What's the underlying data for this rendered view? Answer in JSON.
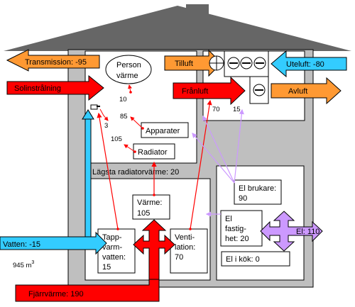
{
  "flows": {
    "transmission": "Transmission: -95",
    "solar": "Solinstrålning",
    "supply_air": "Tilluft",
    "outdoor_air": "Uteluft: -80",
    "exhaust_air": "Frånluft",
    "exhaust_out": "Avluft",
    "water": "Vatten: -15",
    "district_heating": "Fjärrvärme: 190",
    "electricity": "El: 110"
  },
  "boxes": {
    "person_line1": "Person",
    "person_line2": "värme",
    "appliances": "Apparater",
    "radiator": "Radiator",
    "min_radiator_heat": "Lägsta radiatorvärme: 20",
    "heat_line1": "Värme:",
    "heat_line2": "105",
    "dhw_line1": "Tapp-",
    "dhw_line2": "varm-",
    "dhw_line3": "vatten:",
    "dhw_line4": "15",
    "vent_line1": "Venti-",
    "vent_line2": "lation:",
    "vent_line3": "70",
    "el_user_line1": "El brukare:",
    "el_user_line2": "90",
    "el_prop_line1": "El",
    "el_prop_line2": "fastig-",
    "el_prop_line3": "het: 20",
    "el_kitchen": "El i kök: 0"
  },
  "values": {
    "person": "10",
    "tap": "3",
    "appliances": "85",
    "radiator": "105",
    "vent_in": "70",
    "vent_out": "15",
    "water_volume": "945 m",
    "water_volume_sup": "3"
  },
  "colors": {
    "orange": "#FF9933",
    "red": "#FF0000",
    "blue": "#33CCFF",
    "lavender": "#CC99FF",
    "roof": "#666666",
    "wall": "#BFBFBF"
  }
}
